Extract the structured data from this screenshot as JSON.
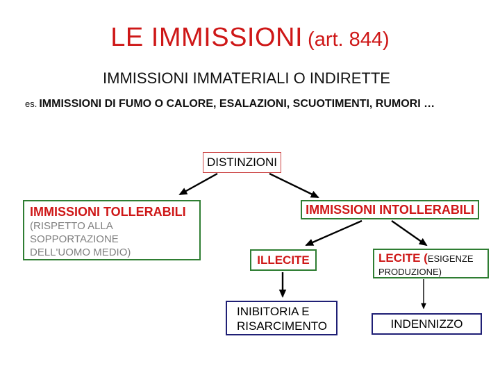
{
  "slide": {
    "title_main": "LE IMMISSIONI",
    "title_suffix": "(art. 844)",
    "subtitle": "IMMISSIONI IMMATERIALI O INDIRETTE",
    "example_prefix": "es.",
    "example_text": "IMMISSIONI DI FUMO O CALORE, ESALAZIONI, SCUOTIMENTI, RUMORI …"
  },
  "diagram": {
    "distinzioni_label": "DISTINZIONI",
    "tollerabili_title": "IMMISSIONI TOLLERABILI",
    "tollerabili_note": "(RISPETTO ALLA SOPPORTAZIONE DELL'UOMO MEDIO)",
    "intollerabili_title": "IMMISSIONI INTOLLERABILI",
    "illecite_label": "ILLECITE",
    "lecite_label": "LECITE (",
    "lecite_note": "ESIGENZE PRODUZIONE)",
    "inibitoria_label": "INIBITORIA E RISARCIMENTO",
    "indennizzo_label": "INDENNIZZO"
  },
  "colors": {
    "title_red": "#ce1717",
    "node_text_red": "#ce1717",
    "border_green": "#2e7d32",
    "border_red": "#cc4444",
    "border_navy": "#1f1f75",
    "note_gray": "#808080",
    "arrow_black": "#000000",
    "background": "#ffffff"
  }
}
